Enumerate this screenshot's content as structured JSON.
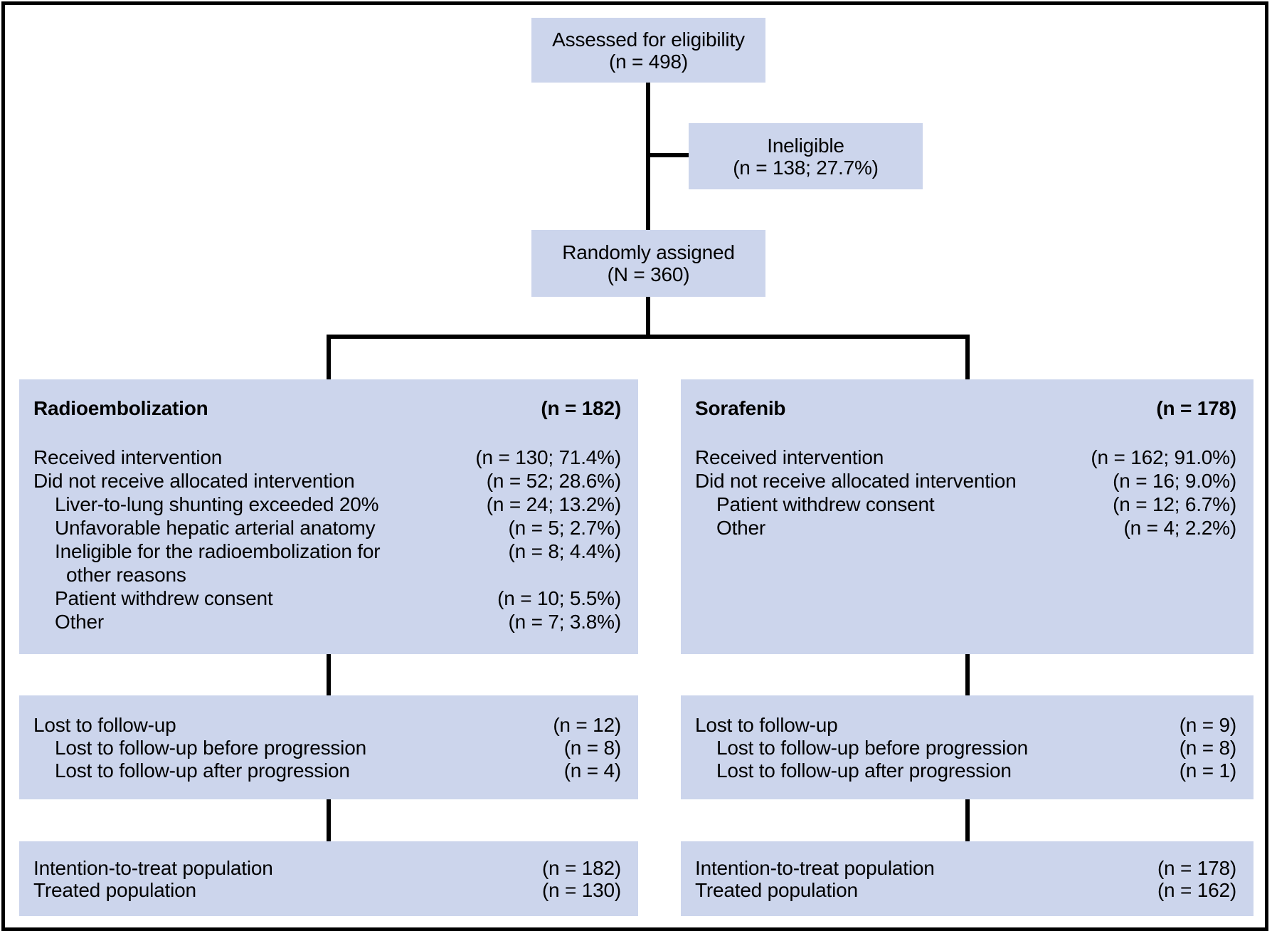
{
  "colors": {
    "box_fill": "#ccd5ec",
    "line": "#000000",
    "text": "#000000"
  },
  "title_boxes": {
    "assessed": {
      "l1": "Assessed for eligibility",
      "l2": "(n = 498)"
    },
    "ineligible": {
      "l1": "Ineligible",
      "l2": "(n = 138; 27.7%)"
    },
    "randomized": {
      "l1": "Randomly assigned",
      "l2": "(N = 360)"
    }
  },
  "arms": [
    {
      "name": "Radioembolization",
      "n": "(n = 182)",
      "alloc": [
        {
          "label": "Received intervention",
          "value": "(n = 130; 71.4%)"
        },
        {
          "label": "Did not receive allocated intervention",
          "value": "(n = 52; 28.6%)"
        },
        {
          "label": "Liver-to-lung shunting exceeded 20%",
          "value": "(n = 24; 13.2%)"
        },
        {
          "label": "Unfavorable hepatic arterial anatomy",
          "value": "(n = 5; 2.7%)"
        },
        {
          "label": "Ineligible for the radioembolization for",
          "value": "(n = 8; 4.4%)"
        },
        {
          "label": "other reasons",
          "value": ""
        },
        {
          "label": "Patient withdrew consent",
          "value": "(n = 10; 5.5%)"
        },
        {
          "label": "Other",
          "value": "(n = 7; 3.8%)"
        }
      ],
      "followup": [
        {
          "label": "Lost to follow-up",
          "value": "(n = 12)"
        },
        {
          "label": "Lost to follow-up before progression",
          "value": "(n = 8)"
        },
        {
          "label": "Lost to follow-up after progression",
          "value": "(n = 4)"
        }
      ],
      "population": [
        {
          "label": "Intention-to-treat population",
          "value": "(n = 182)"
        },
        {
          "label": "Treated population",
          "value": "(n = 130)"
        }
      ]
    },
    {
      "name": "Sorafenib",
      "n": "(n = 178)",
      "alloc": [
        {
          "label": "Received intervention",
          "value": "(n = 162; 91.0%)"
        },
        {
          "label": "Did not receive allocated intervention",
          "value": "(n = 16; 9.0%)"
        },
        {
          "label": "Patient withdrew consent",
          "value": "(n = 12; 6.7%)"
        },
        {
          "label": "Other",
          "value": "(n = 4; 2.2%)"
        }
      ],
      "followup": [
        {
          "label": "Lost to follow-up",
          "value": "(n = 9)"
        },
        {
          "label": "Lost to follow-up before progression",
          "value": "(n = 8)"
        },
        {
          "label": "Lost to follow-up after progression",
          "value": "(n = 1)"
        }
      ],
      "population": [
        {
          "label": "Intention-to-treat population",
          "value": "(n = 178)"
        },
        {
          "label": "Treated population",
          "value": "(n = 162)"
        }
      ]
    }
  ]
}
